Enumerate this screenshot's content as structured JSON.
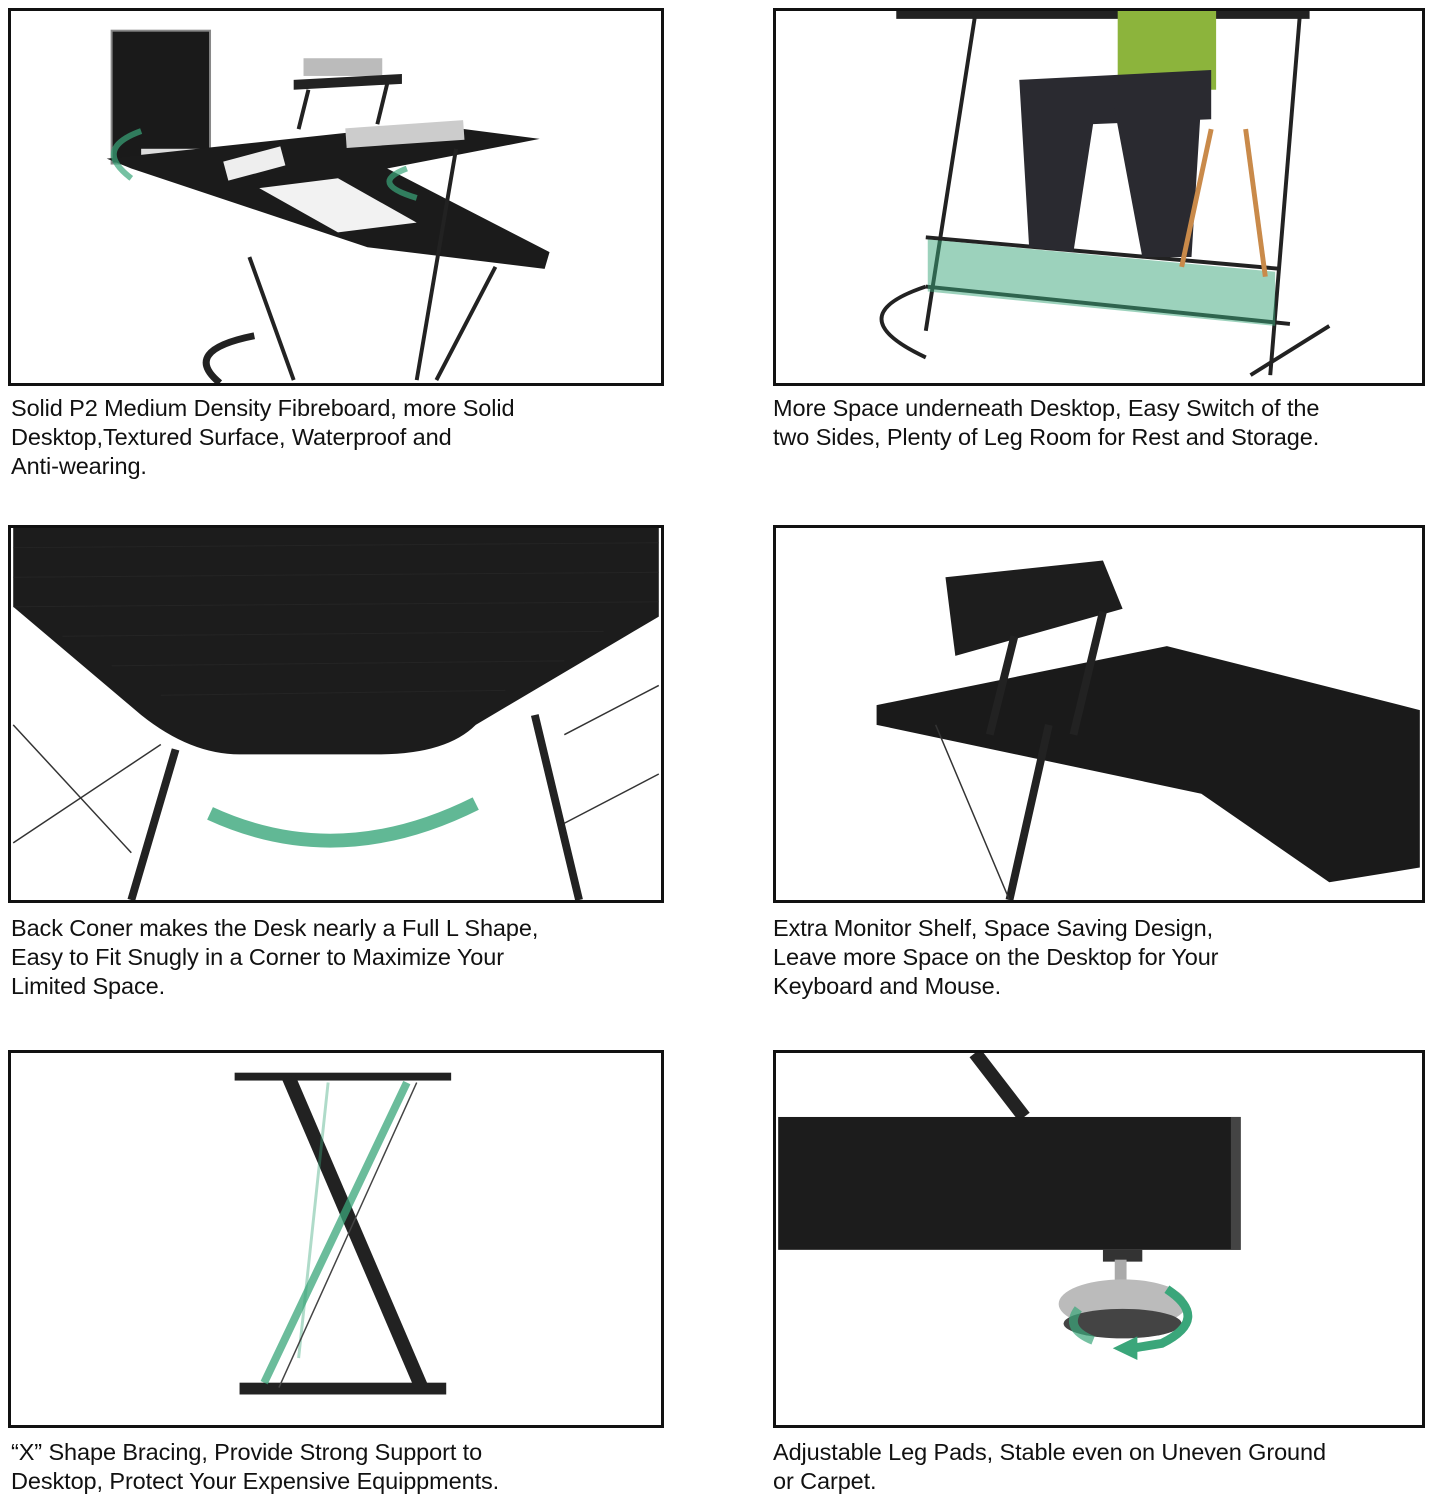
{
  "accent_color": "#3aa67a",
  "frame_color": "#111111",
  "features": [
    {
      "image": "l-shaped-desk-overview",
      "caption": "Solid P2 Medium Density Fibreboard, more Solid\nDesktop,Textured Surface, Waterproof and\nAnti-wearing."
    },
    {
      "image": "legroom-footrest",
      "caption": "More Space underneath Desktop, Easy Switch of the\ntwo Sides, Plenty of Leg Room for Rest and Storage."
    },
    {
      "image": "rounded-back-corner",
      "caption": "Back Coner makes the Desk nearly a Full L Shape,\nEasy to Fit Snugly in a Corner to Maximize Your\nLimited Space."
    },
    {
      "image": "monitor-shelf",
      "caption": "Extra Monitor Shelf, Space Saving Design,\nLeave more Space on the Desktop for Your\nKeyboard and Mouse."
    },
    {
      "image": "x-shape-bracing",
      "caption": "“X” Shape Bracing, Provide Strong Support to\nDesktop,  Protect Your Expensive Equippments."
    },
    {
      "image": "adjustable-leg-pad",
      "caption": "Adjustable Leg Pads, Stable even on Uneven Ground\nor Carpet."
    }
  ]
}
